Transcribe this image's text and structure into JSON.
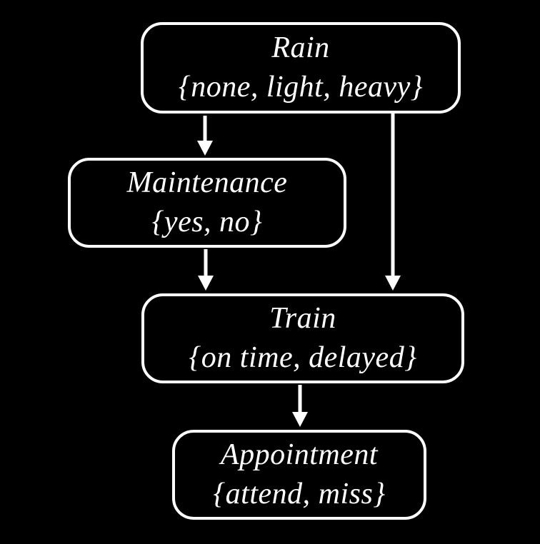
{
  "diagram": {
    "type": "bayesian-network",
    "colors": {
      "background": "#000000",
      "node_border": "#ffffff",
      "text": "#ffffff",
      "arrow": "#ffffff"
    },
    "nodes": [
      {
        "id": "rain",
        "label": "Rain",
        "values": "{none, light, heavy}"
      },
      {
        "id": "maintenance",
        "label": "Maintenance",
        "values": "{yes, no}"
      },
      {
        "id": "train",
        "label": "Train",
        "values": "{on time, delayed}"
      },
      {
        "id": "appointment",
        "label": "Appointment",
        "values": "{attend, miss}"
      }
    ],
    "edges": [
      {
        "from": "Rain",
        "to": "Maintenance"
      },
      {
        "from": "Rain",
        "to": "Train"
      },
      {
        "from": "Maintenance",
        "to": "Train"
      },
      {
        "from": "Train",
        "to": "Appointment"
      }
    ]
  }
}
